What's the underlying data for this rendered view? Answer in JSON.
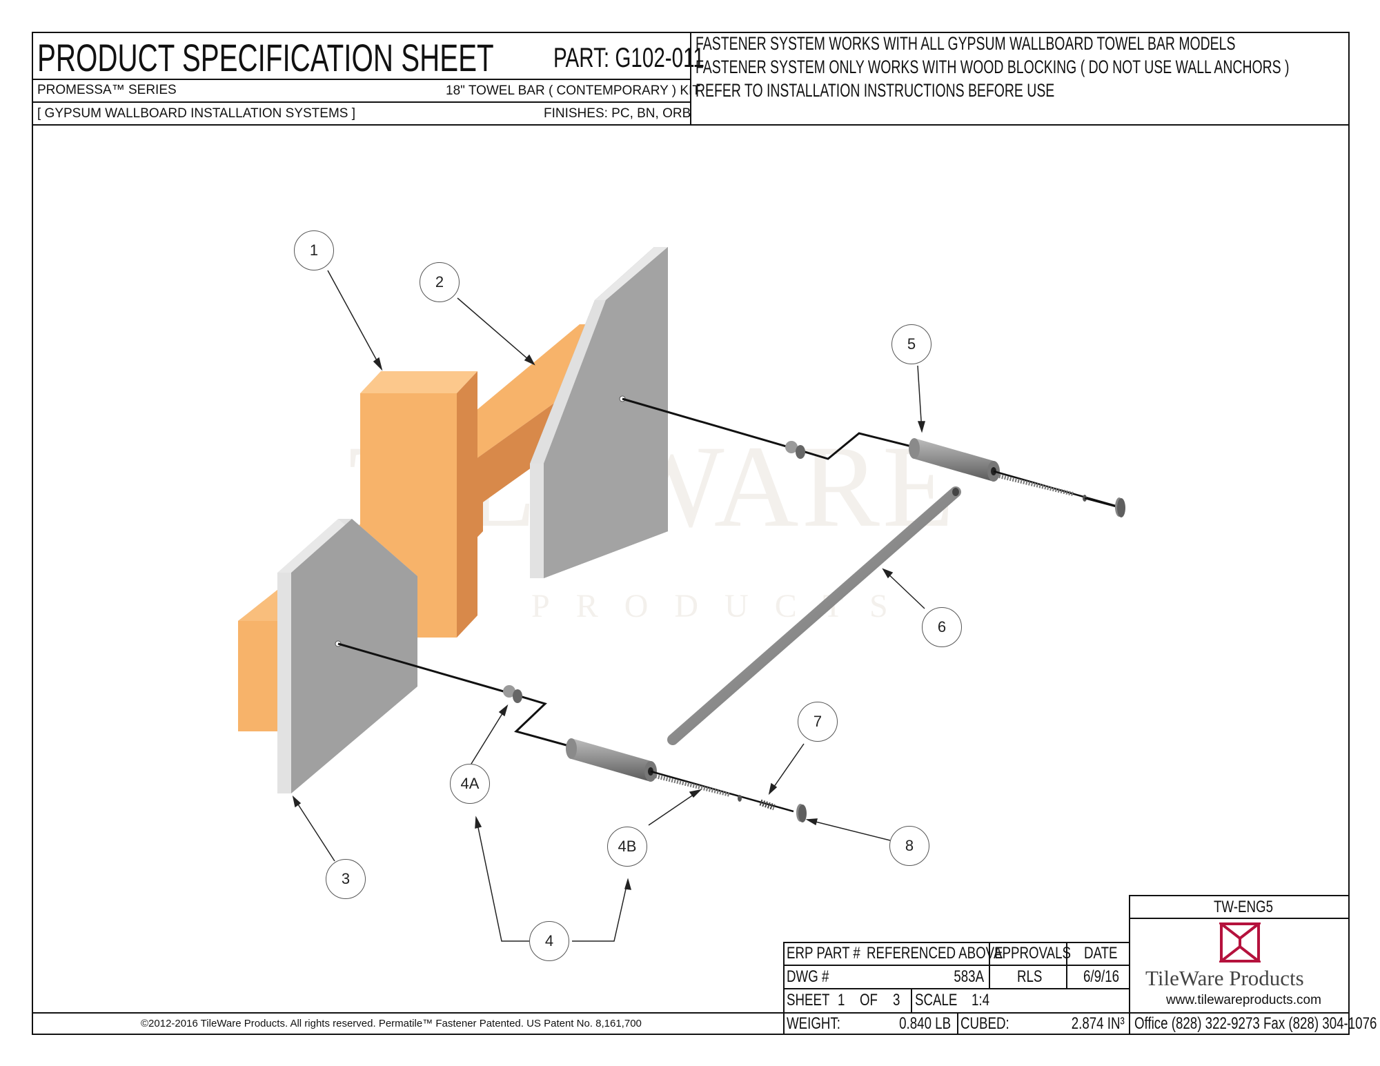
{
  "header": {
    "title": "PRODUCT SPECIFICATION SHEET",
    "part": "PART:  G102-011",
    "series": "PROMESSA™ SERIES",
    "kit": "18\" TOWEL BAR ( CONTEMPORARY ) KIT",
    "system": "[ GYPSUM WALLBOARD INSTALLATION SYSTEMS ]",
    "finishes": "FINISHES:  PC, BN, ORB",
    "notes": [
      "FASTENER SYSTEM WORKS WITH ALL GYPSUM WALLBOARD TOWEL BAR MODELS",
      "FASTENER SYSTEM ONLY WORKS WITH WOOD BLOCKING ( DO NOT USE WALL ANCHORS )",
      "REFER TO INSTALLATION INSTRUCTIONS BEFORE USE"
    ]
  },
  "watermark": {
    "main": "TILEWARE",
    "sub": "PRODUCTS"
  },
  "balloons": [
    "1",
    "2",
    "3",
    "4",
    "4A",
    "4B",
    "5",
    "6",
    "7",
    "8"
  ],
  "title_block": {
    "erp_label": "ERP PART #",
    "erp_value": "REFERENCED ABOVE",
    "approvals_label": "APPROVALS",
    "date_label": "DATE",
    "dwg_label": "DWG #",
    "dwg_value": "583A",
    "approver": "RLS",
    "date_value": "6/9/16",
    "sheet_label": "SHEET",
    "sheet_num": "1",
    "of_label": "OF",
    "sheet_total": "3",
    "scale_label": "SCALE",
    "scale_value": "1:4",
    "weight_label": "WEIGHT:",
    "weight_value": "0.840  LB",
    "cubed_label": "CUBED:",
    "cubed_value": "2.874  IN³"
  },
  "company": {
    "doc_code": "TW-ENG5",
    "name": "TileWare Products",
    "url": "www.tilewareproducts.com",
    "contact": "Office (828) 322-9273  Fax (828) 304-1076"
  },
  "footer": {
    "copyright": "©2012-2016 TileWare Products. All rights reserved. Permatile™ Fastener Patented. US Patent No. 8,161,700"
  },
  "colors": {
    "wood": "#f7b36a",
    "wood_dark": "#d8894a",
    "panel": "#a0a0a0",
    "panel_edge": "#e0e0e0",
    "brand": "#b5123d"
  }
}
